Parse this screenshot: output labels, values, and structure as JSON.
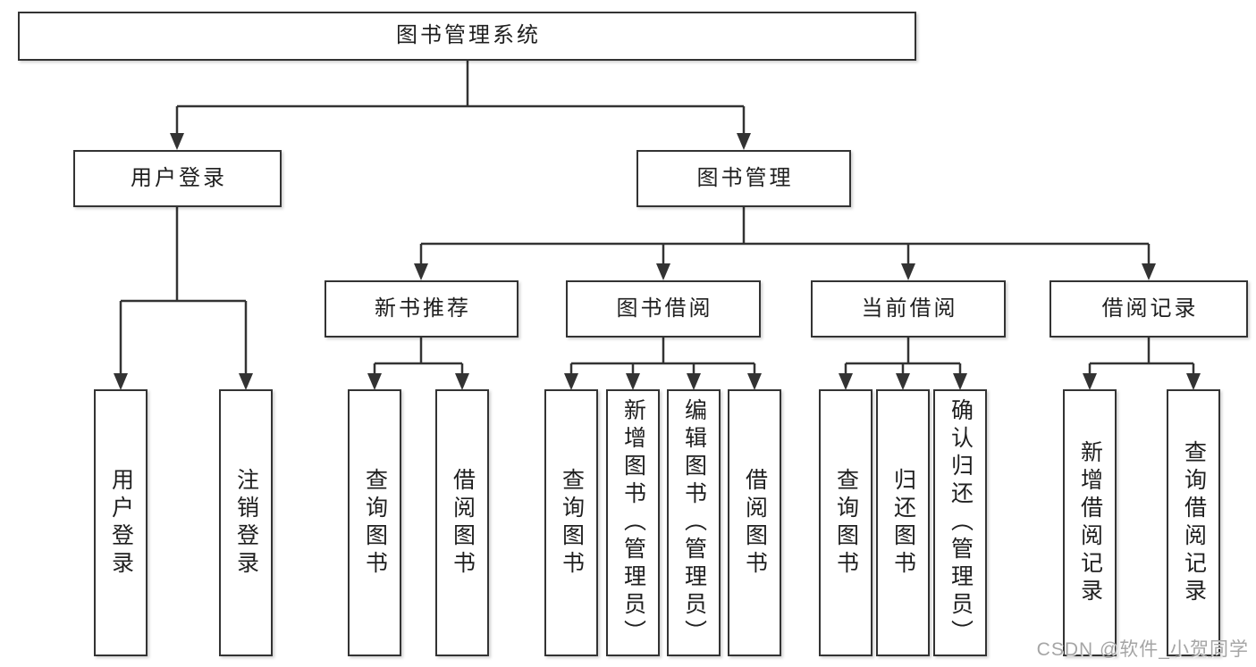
{
  "diagram": {
    "root": {
      "label": "图书管理系统"
    },
    "branches": [
      {
        "label": "用户登录",
        "children": [
          {
            "label": "用户登录"
          },
          {
            "label": "注销登录"
          }
        ]
      },
      {
        "label": "图书管理",
        "children": [
          {
            "label": "新书推荐",
            "children": [
              {
                "label": "查询图书"
              },
              {
                "label": "借阅图书"
              }
            ]
          },
          {
            "label": "图书借阅",
            "children": [
              {
                "label": "查询图书"
              },
              {
                "label": "新增图书（管理员）"
              },
              {
                "label": "编辑图书（管理员）"
              },
              {
                "label": "借阅图书"
              }
            ]
          },
          {
            "label": "当前借阅",
            "children": [
              {
                "label": "查询图书"
              },
              {
                "label": "归还图书"
              },
              {
                "label": "确认归还（管理员）"
              }
            ]
          },
          {
            "label": "借阅记录",
            "children": [
              {
                "label": "新增借阅记录"
              },
              {
                "label": "查询借阅记录"
              }
            ]
          }
        ]
      }
    ]
  },
  "watermark": {
    "text": "CSDN @软件_小贺同学"
  },
  "colors": {
    "line": "#333333",
    "arrow": "#333333",
    "box_border": "#333333",
    "text": "#1f1f1f",
    "watermark": "#a5a5a5",
    "background": "#ffffff"
  }
}
